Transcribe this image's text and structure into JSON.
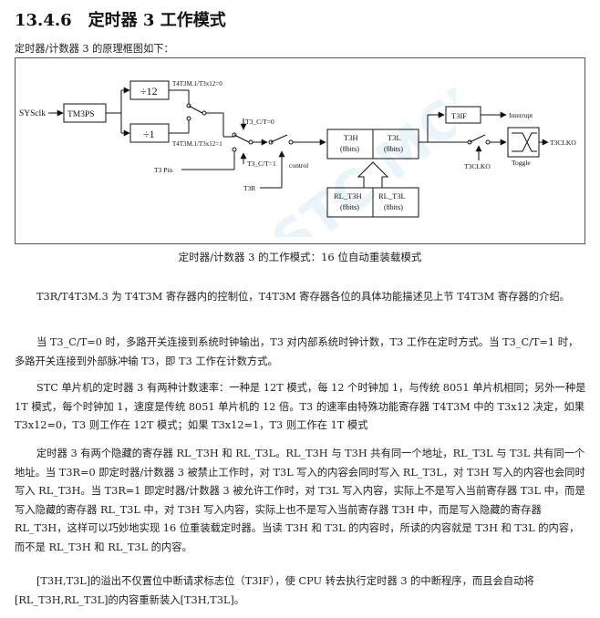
{
  "watermark": "STC MCU",
  "heading": {
    "number": "13.4.6",
    "title": "定时器 3 工作模式"
  },
  "intro": "定时器/计数器 3 的原理框图如下：",
  "diagram": {
    "sysclk": "SYSclk",
    "tm3ps": "TM3PS",
    "div12": "÷12",
    "div1": "÷1",
    "cond_x12_0": "T4T3M.1/T3x12=0",
    "cond_x12_1": "T4T3M.1/T3x12=1",
    "cond_ct0": "T3_C/T=0",
    "cond_ct1": "T3_C/T=1",
    "t3pin": "T3 Pin",
    "t3r": "T3R",
    "control": "control",
    "t3h_name": "T3H",
    "t3h_bits": "(8bits)",
    "t3l_name": "T3L",
    "t3l_bits": "(8bits)",
    "rl_t3h_name": "RL_T3H",
    "rl_t3h_bits": "(8bits)",
    "rl_t3l_name": "RL_T3L",
    "rl_t3l_bits": "(8bits)",
    "t3if": "T3IF",
    "interrupt": "Interrupt",
    "t3clko_ctrl": "T3CLKO",
    "t3clko_out": "T3CLKO",
    "toggle": "Toggle"
  },
  "caption": "定时器/计数器 3 的工作模式：16 位自动重装载模式",
  "paragraphs": [
    "T3R/T4T3M.3 为 T4T3M 寄存器内的控制位，T4T3M 寄存器各位的具体功能描述见上节 T4T3M 寄存器的介绍。",
    "当 T3_C/T=0 时，多路开关连接到系统时钟输出，T3 对内部系统时钟计数，T3 工作在定时方式。当 T3_C/T=1 时，多路开关连接到外部脉冲输 T3，即 T3 工作在计数方式。",
    "STC 单片机的定时器 3 有两种计数速率：一种是 12T 模式，每 12 个时钟加 1，与传统 8051 单片机相同；另外一种是 1T 模式，每个时钟加 1，速度是传统 8051 单片机的 12 倍。T3 的速率由特殊功能寄存器 T4T3M 中的 T3x12 决定，如果 T3x12=0，T3 则工作在 12T 模式；如果 T3x12=1，T3 则工作在 1T 模式",
    "定时器 3 有两个隐藏的寄存器 RL_T3H 和 RL_T3L。RL_T3H 与 T3H 共有同一个地址，RL_T3L 与 T3L 共有同一个地址。当 T3R=0 即定时器/计数器 3 被禁止工作时，对 T3L 写入的内容会同时写入 RL_T3L，对 T3H 写入的内容也会同时写入 RL_T3H。当 T3R=1 即定时器/计数器 3 被允许工作时，对 T3L 写入内容，实际上不是写入当前寄存器 T3L 中，而是写入隐藏的寄存器 RL_T3L 中，对 T3H 写入内容，实际上也不是写入当前寄存器 T3H 中，而是写入隐藏的寄存器 RL_T3H，这样可以巧妙地实现 16 位重装载定时器。当读 T3H 和 T3L 的内容时，所读的内容就是 T3H 和 T3L 的内容，而不是 RL_T3H 和 RL_T3L 的内容。",
    "[T3H,T3L]的溢出不仅置位中断请求标志位（T3IF），使 CPU 转去执行定时器 3 的中断程序，而且会自动将[RL_T3H,RL_T3L]的内容重新装入[T3H,T3L]。"
  ]
}
